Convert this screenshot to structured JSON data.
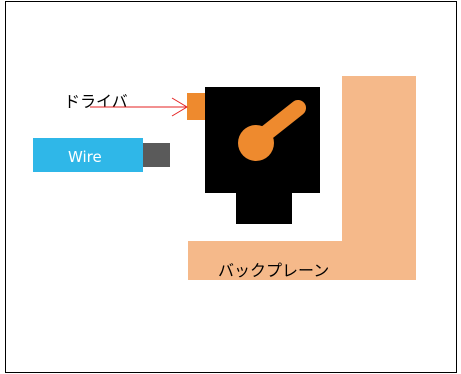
{
  "labels": {
    "driver": "ドライバ",
    "wire": "Wire",
    "backplane": "バックプレーン"
  },
  "colors": {
    "frame": "#000000",
    "background": "#ffffff",
    "backplane": "#f5b98a",
    "driver_tab": "#ee8a2e",
    "rotor": "#ee8a2e",
    "connector_body": "#000000",
    "wire": "#2fb7e8",
    "wire_plug": "#5a5a5a",
    "arrow": "#e52222"
  },
  "icons": {
    "arrow": "arrow-right-icon"
  }
}
